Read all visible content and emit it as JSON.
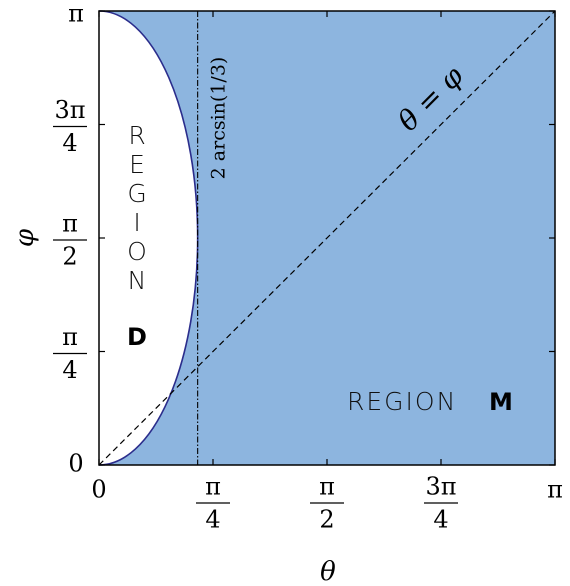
{
  "chart_data": {
    "type": "area",
    "x_axis": {
      "symbol": "θ",
      "range": [
        0,
        3.14159
      ],
      "ticks": [
        {
          "value": 0,
          "label": "0"
        },
        {
          "value": 0.7854,
          "num": "π",
          "den": "4"
        },
        {
          "value": 1.5708,
          "num": "π",
          "den": "2"
        },
        {
          "value": 2.3562,
          "num": "3π",
          "den": "4"
        },
        {
          "value": 3.14159,
          "label": "π"
        }
      ]
    },
    "y_axis": {
      "symbol": "φ",
      "range": [
        0,
        3.14159
      ],
      "ticks": [
        {
          "value": 0,
          "label": "0"
        },
        {
          "value": 0.7854,
          "num": "π",
          "den": "4"
        },
        {
          "value": 1.5708,
          "num": "π",
          "den": "2"
        },
        {
          "value": 2.3562,
          "num": "3π",
          "den": "4"
        },
        {
          "value": 3.14159,
          "label": "π"
        }
      ]
    },
    "boundary_curve": {
      "description": "semicircle boundary of region D",
      "center": [
        0,
        1.5708
      ],
      "radius_x": 0.6797,
      "radius_y": 1.5708
    },
    "vertical_line": {
      "x": 0.6797,
      "label": "2 arcsin(1/3)"
    },
    "diagonal": {
      "label": "θ = φ"
    },
    "regions": [
      {
        "name_prefix": "REGION",
        "name_letter": "D",
        "fill": "#ffffff",
        "vertical_letters": [
          "R",
          "E",
          "G",
          "I",
          "O",
          "N"
        ]
      },
      {
        "name_prefix": "REGION",
        "name_letter": "M",
        "fill": "#8db5df"
      }
    ],
    "colors": {
      "region_m": "#8db5df",
      "curve": "#2b2d8c",
      "axes": "#000000"
    }
  }
}
